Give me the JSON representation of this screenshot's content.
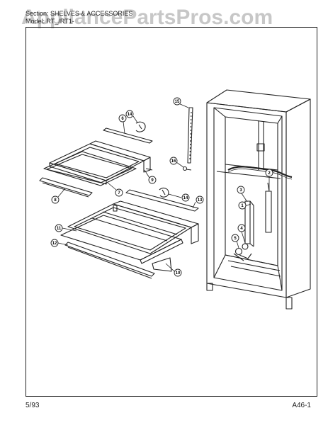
{
  "header": {
    "section_line": "Section: SHELVES & ACCESSORIES",
    "model_line": "Model: RT_/RT1-"
  },
  "watermark": "AppliancePartsPros.com",
  "footer": {
    "date": "5/93",
    "page_code": "A46-1"
  },
  "callouts": [
    "1",
    "2",
    "3",
    "4",
    "5",
    "6",
    "7",
    "8",
    "9",
    "10",
    "11",
    "12",
    "13",
    "14",
    "15",
    "16"
  ],
  "colors": {
    "line": "#222222",
    "watermark": "#8a8a8a"
  }
}
